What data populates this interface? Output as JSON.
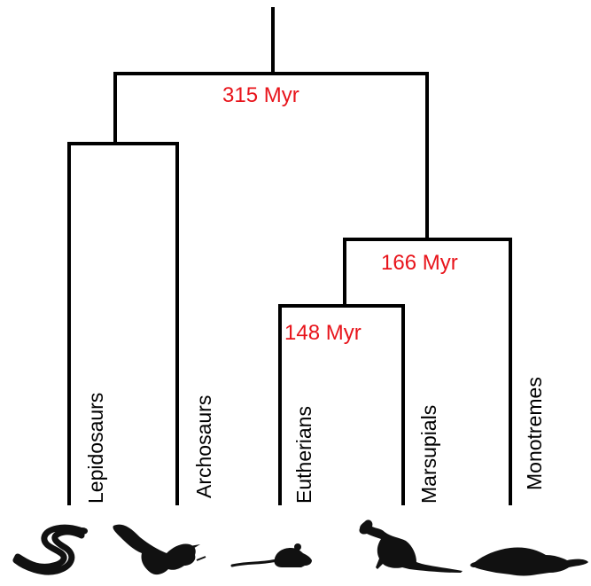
{
  "tree": {
    "nodes": [
      {
        "id": "root",
        "age_label": "315 Myr"
      },
      {
        "id": "mammals",
        "age_label": "166 Myr"
      },
      {
        "id": "therians",
        "age_label": "148 Myr"
      }
    ],
    "taxa": [
      {
        "name": "Lepidosaurs",
        "silhouette": "snake-icon"
      },
      {
        "name": "Archosaurs",
        "silhouette": "bird-icon"
      },
      {
        "name": "Eutherians",
        "silhouette": "mouse-icon"
      },
      {
        "name": "Marsupials",
        "silhouette": "kangaroo-icon"
      },
      {
        "name": "Monotremes",
        "silhouette": "platypus-icon"
      }
    ]
  },
  "colors": {
    "age_label": "#e8141b",
    "branch": "#000000"
  }
}
